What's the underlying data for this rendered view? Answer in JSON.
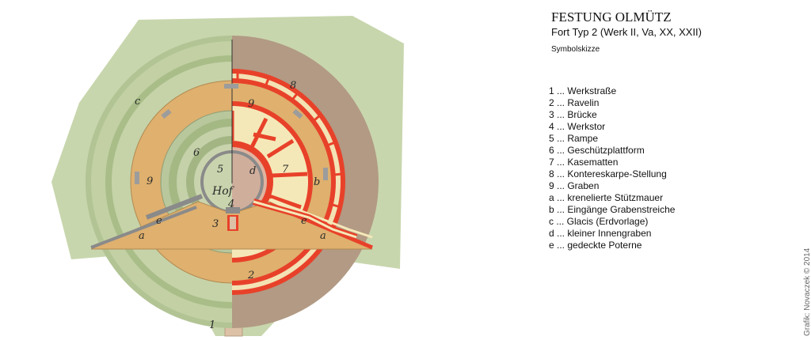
{
  "header": {
    "title": "FESTUNG OLMÜTZ",
    "subtitle": "Fort Typ 2 (Werk II, Va, XX, XXII)",
    "note": "Symbolskizze"
  },
  "legend": [
    "1 ... Werkstraße",
    "2 ... Ravelin",
    "3 ... Brücke",
    "4 ... Werkstor",
    "5 ... Rampe",
    "6 ... Geschützplattform",
    "7 ... Kasematten",
    "8 ... Kontereskarpe-Stellung",
    "9 ... Graben",
    "a ... krenelierte Stützmauer",
    "b ... Eingänge Grabenstreiche",
    "c ... Glacis (Erdvorlage)",
    "d ... kleiner Innengraben",
    "e ... gedeckte Poterne"
  ],
  "plan_labels": {
    "n1": "1",
    "n2": "2",
    "n3": "3",
    "n4": "4",
    "n5": "5",
    "n6": "6",
    "n7": "7",
    "n8": "8",
    "n9a": "9",
    "n9b": "9",
    "a_left": "a",
    "a_right": "a",
    "b": "b",
    "c": "c",
    "d": "d",
    "e_left": "e",
    "e_right": "e",
    "hof": "Hof"
  },
  "credit": "Grafik: Novaczek © 2014",
  "colors": {
    "glacis": "#c8d6ad",
    "ditch": "#dfb06e",
    "wall_red": "#e8412a",
    "casemate": "#f5e8b8",
    "counterscarp_earth": "#b29a84",
    "courtyard": "#cfae9c"
  }
}
